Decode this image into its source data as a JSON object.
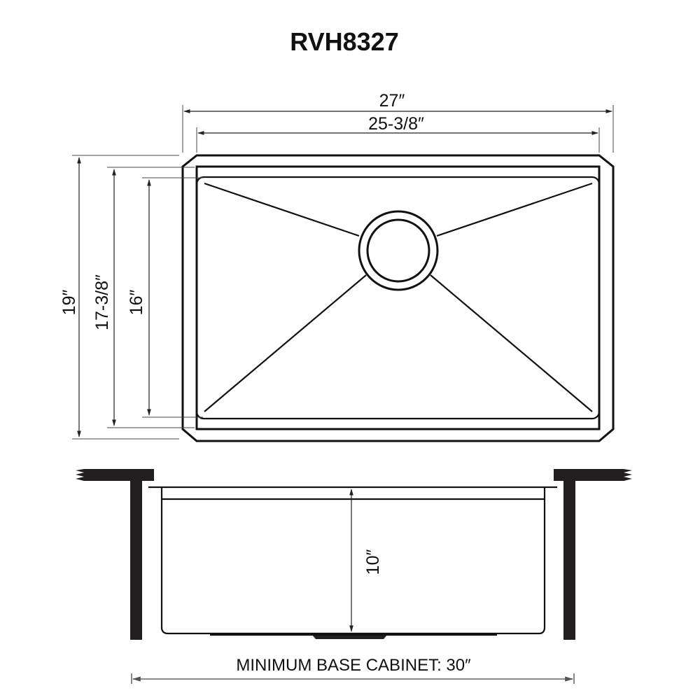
{
  "title": "RVH8327",
  "top_view": {
    "overall_width_label": "27″",
    "inner_width_label": "25-3/8″",
    "overall_depth_label": "19″",
    "inner_depth_label": "17-3/8″",
    "bowl_depth_label": "16″"
  },
  "side_view": {
    "bowl_height_label": "10″",
    "cabinet_label": "MINIMUM BASE CABINET: 30″"
  },
  "colors": {
    "line": "#111111",
    "countertop": "#231f20",
    "cabinet_dimension": "#888888"
  }
}
